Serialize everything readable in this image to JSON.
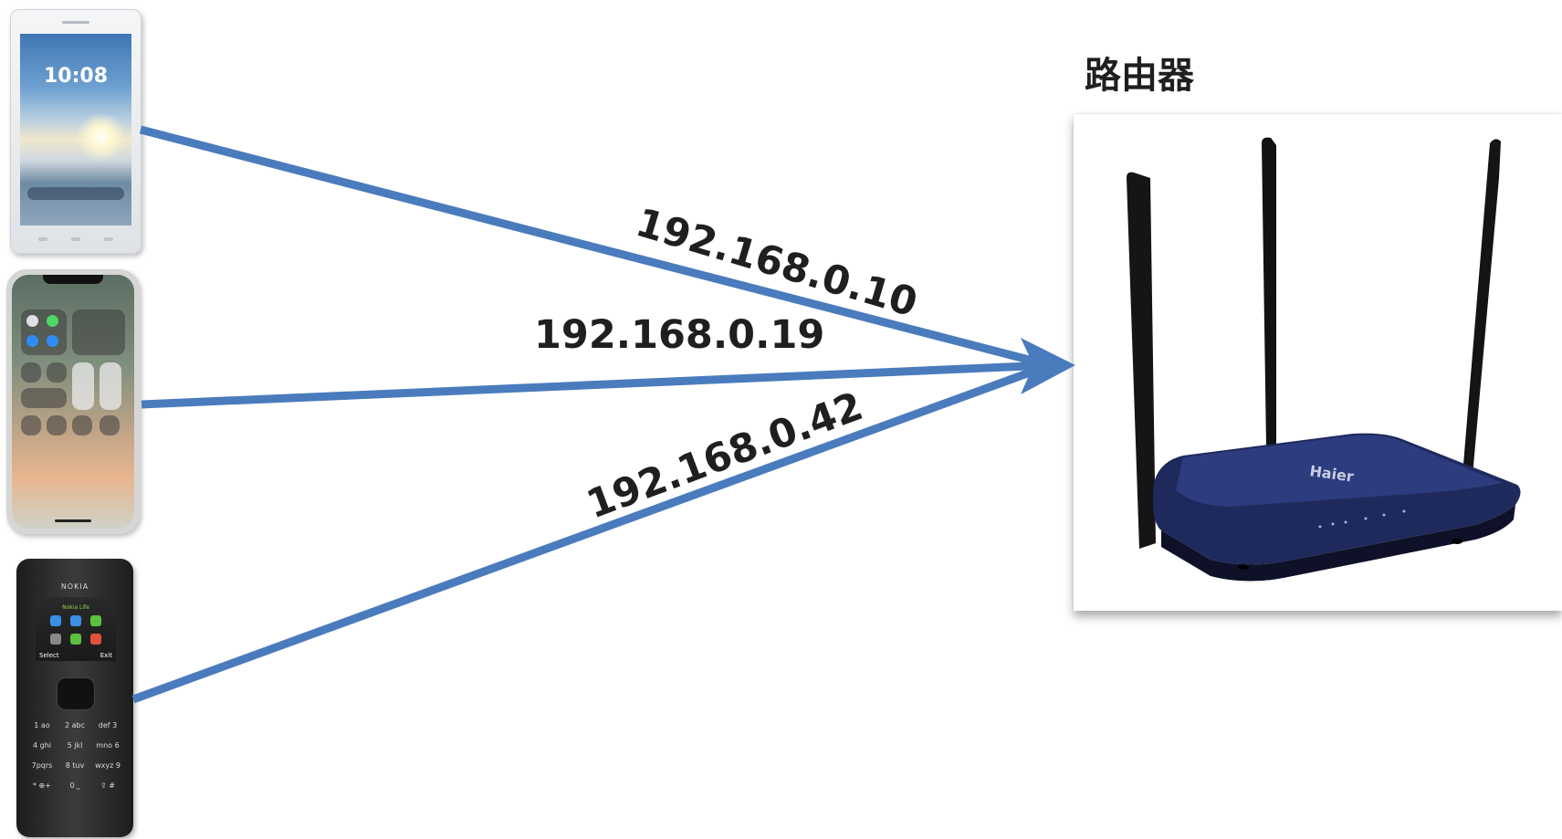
{
  "diagram": {
    "router_title": "路由器",
    "router_brand": "Haier",
    "arrow_color": "#4a7bbd",
    "connections": [
      {
        "ip": "192.168.0.10"
      },
      {
        "ip": "192.168.0.19"
      },
      {
        "ip": "192.168.0.42"
      }
    ]
  },
  "devices": {
    "phone1": {
      "clock": "10:08"
    },
    "phone3": {
      "brand": "NOKIA",
      "screen_title": "Nokia Life",
      "softkey_left": "Select",
      "softkey_right": "Exit",
      "keys": [
        [
          "1 ao",
          "2 abc",
          "def 3"
        ],
        [
          "4 ghi",
          "5 jkl",
          "mno 6"
        ],
        [
          "7pqrs",
          "8 tuv",
          "wxyz 9"
        ],
        [
          "* ⊕+",
          "0 ⎵",
          "⇪ #"
        ]
      ]
    }
  }
}
